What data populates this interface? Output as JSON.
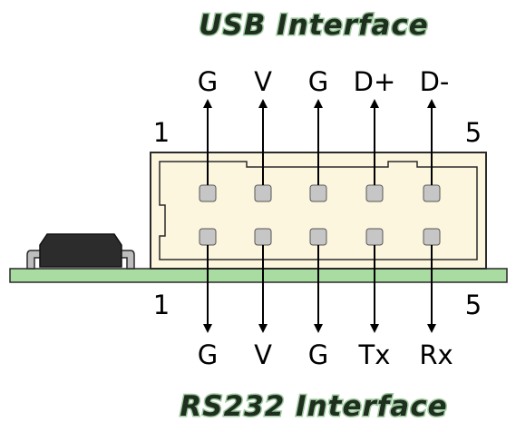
{
  "usb": {
    "title": "USB Interface",
    "pins": [
      "G",
      "V",
      "G",
      "D+",
      "D-"
    ],
    "pin_first": "1",
    "pin_last": "5"
  },
  "rs232": {
    "title": "RS232 Interface",
    "pins": [
      "G",
      "V",
      "G",
      "Tx",
      "Rx"
    ],
    "pin_first": "1",
    "pin_last": "5"
  },
  "colors": {
    "title_text": "#1f2f1f",
    "title_outline": "#9ec99e",
    "connector_fill": "#fdf6df",
    "connector_stroke": "#2a2a2a",
    "pin_fill": "#c6c6c6",
    "board_fill": "#a8dca0",
    "chip_fill": "#2c2c2c",
    "lead_fill": "#bdbdbd",
    "arrow": "#000000"
  }
}
